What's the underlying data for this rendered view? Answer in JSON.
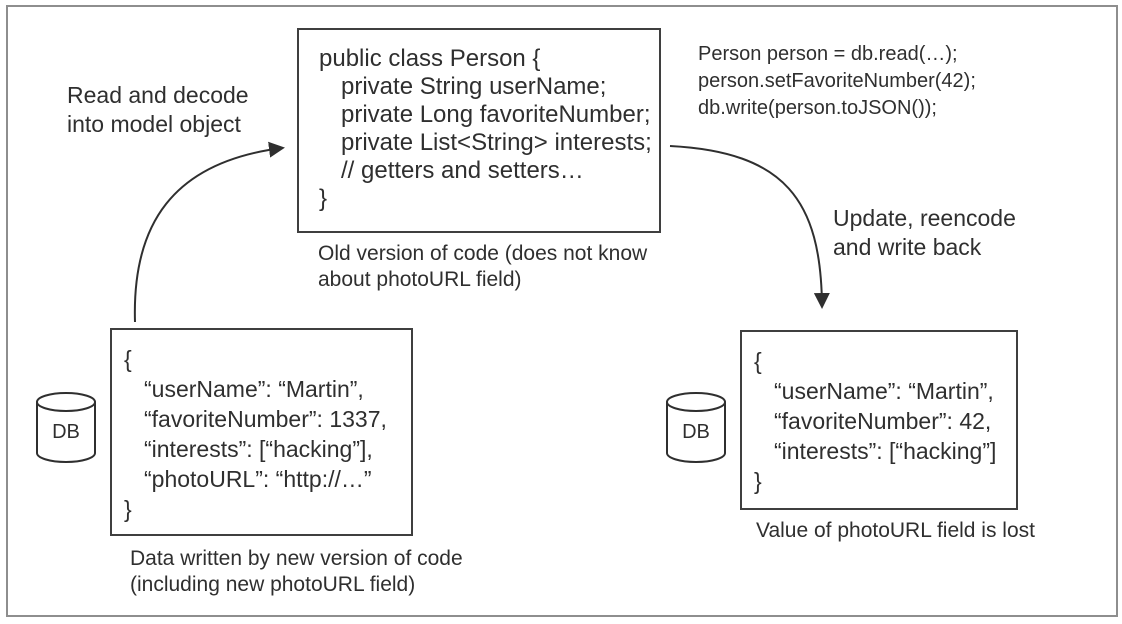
{
  "diagram": {
    "read_label": {
      "line1": "Read and decode",
      "line2": "into model object"
    },
    "update_label": {
      "line1": "Update, reencode",
      "line2": "and write back"
    },
    "class_box": {
      "line1": "public class Person {",
      "line2": "private String userName;",
      "line3": "private Long favoriteNumber;",
      "line4": "private List<String> interests;",
      "line5": "// getters and setters…",
      "line6": "}",
      "caption_line1": "Old version of code (does not know",
      "caption_line2": "about photoURL field)"
    },
    "update_code": {
      "line1": "Person person = db.read(…);",
      "line2": "person.setFavoriteNumber(42);",
      "line3": "db.write(person.toJSON());"
    },
    "db_left": {
      "label": "DB"
    },
    "db_right": {
      "label": "DB"
    },
    "json_left": {
      "line1": "{",
      "line2": "“userName”: “Martin”,",
      "line3": "“favoriteNumber”: 1337,",
      "line4": "“interests”: [“hacking”],",
      "line5": "“photoURL”: “http://…”",
      "line6": "}",
      "caption_line1": "Data written by new version of code",
      "caption_line2": "(including new photoURL field)"
    },
    "json_right": {
      "line1": "{",
      "line2": "“userName”: “Martin”,",
      "line3": "“favoriteNumber”: 42,",
      "line4": "“interests”: [“hacking”]",
      "line5": "}",
      "caption": "Value of photoURL field is lost"
    },
    "colors": {
      "ink": "#2f2f2f",
      "box_border": "#3f3f3f",
      "frame_border": "#8e8e8e",
      "background": "#ffffff"
    }
  }
}
